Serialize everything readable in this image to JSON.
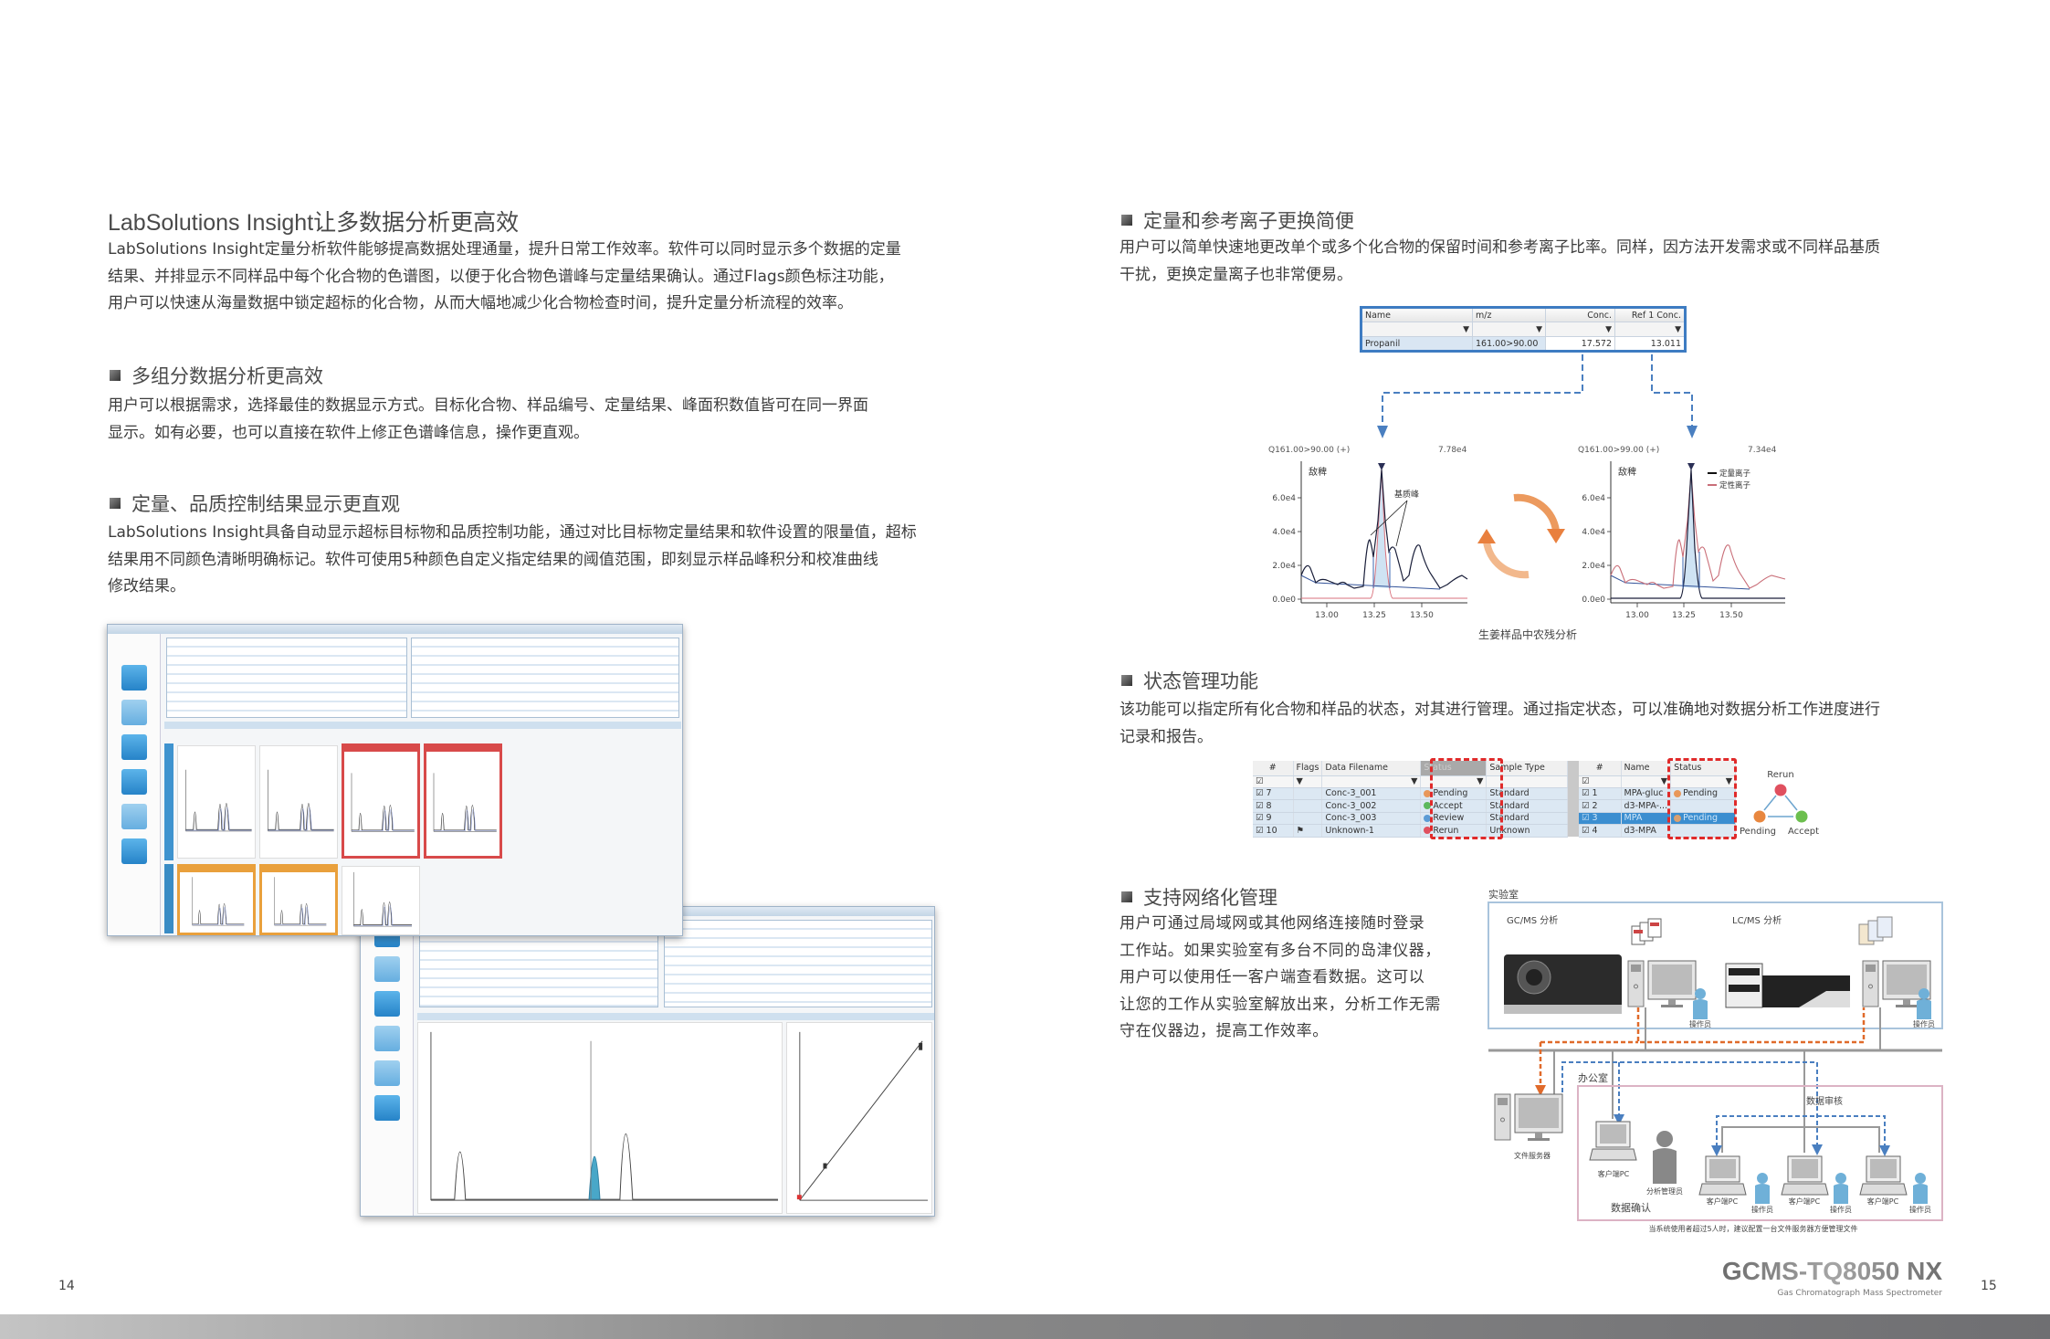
{
  "left": {
    "title": "LabSolutions Insight让多数据分析更高效",
    "intro_lines": [
      "LabSolutions Insight定量分析软件能够提高数据处理通量，提升日常工作效率。软件可以同时显示多个数据的定量",
      "结果、并排显示不同样品中每个化合物的色谱图，以便于化合物色谱峰与定量结果确认。通过Flags颜色标注功能，",
      "用户可以快速从海量数据中锁定超标的化合物，从而大幅地减少化合物检查时间，提升定量分析流程的效率。"
    ],
    "section1": {
      "heading": "多组分数据分析更高效",
      "lines": [
        "用户可以根据需求，选择最佳的数据显示方式。目标化合物、样品编号、定量结果、峰面积数值皆可在同一界面",
        "显示。如有必要，也可以直接在软件上修正色谱峰信息，操作更直观。"
      ]
    },
    "section2": {
      "heading": "定量、品质控制结果显示更直观",
      "lines": [
        "LabSolutions Insight具备自动显示超标目标物和品质控制功能，通过对比目标物定量结果和软件设置的限量值，超标",
        "结果用不同颜色清晰明确标记。软件可使用5种颜色自定义指定结果的阈值范围，即刻显示样品峰积分和校准曲线",
        "修改结果。"
      ]
    },
    "page_number": "14"
  },
  "right": {
    "section1": {
      "heading": "定量和参考离子更换简便",
      "lines": [
        "用户可以简单快速地更改单个或多个化合物的保留时间和参考离子比率。同样，因方法开发需求或不同样品基质",
        "干扰，更换定量离子也非常便易。"
      ],
      "table": {
        "headers": [
          "Name",
          "m/z",
          "Conc.",
          "Ref 1 Conc."
        ],
        "row": [
          "Propanil",
          "161.00>90.00",
          "17.572",
          "13.011"
        ]
      },
      "chromatograms": [
        {
          "channel": "Q161.00>90.00 (+)",
          "max": "7.78e4",
          "compound": "敌稗",
          "annotation": "基质峰"
        },
        {
          "channel": "Q161.00>99.00 (+)",
          "max": "7.34e4",
          "compound": "敌稗",
          "legend": [
            "定量离子",
            "定性离子"
          ]
        }
      ],
      "y_ticks": [
        "6.0e4",
        "4.0e4",
        "2.0e4",
        "0.0e0"
      ],
      "x_ticks": [
        "13.00",
        "13.25",
        "13.50"
      ],
      "caption": "生姜样品中农残分析"
    },
    "section2": {
      "heading": "状态管理功能",
      "lines": [
        "该功能可以指定所有化合物和样品的状态，对其进行管理。通过指定状态，可以准确地对数据分析工作进度进行",
        "记录和报告。"
      ],
      "sample_table": {
        "headers": [
          "#",
          "Flags",
          "Data Filename",
          "Status",
          "Sample Type"
        ],
        "rows": [
          {
            "n": "7",
            "flag": "",
            "file": "Conc-3_001",
            "status": "Pending",
            "type": "Standard"
          },
          {
            "n": "8",
            "flag": "",
            "file": "Conc-3_002",
            "status": "Accept",
            "type": "Standard"
          },
          {
            "n": "9",
            "flag": "",
            "file": "Conc-3_003",
            "status": "Review",
            "type": "Standard"
          },
          {
            "n": "10",
            "flag": "⚑",
            "file": "Unknown-1",
            "status": "Rerun",
            "type": "Unknown"
          }
        ]
      },
      "compound_table": {
        "headers": [
          "#",
          "Name",
          "Status"
        ],
        "rows": [
          {
            "n": "1",
            "name": "MPA-gluc",
            "status": "Pending"
          },
          {
            "n": "2",
            "name": "d3-MPA-...",
            "status": ""
          },
          {
            "n": "3",
            "name": "MPA",
            "status": "Pending"
          },
          {
            "n": "4",
            "name": "d3-MPA",
            "status": ""
          }
        ]
      },
      "cycle": [
        "Rerun",
        "Pending",
        "Accept"
      ],
      "status_colors": {
        "Pending": "#e8975a",
        "Accept": "#5cb85c",
        "Review": "#5b9bd5",
        "Rerun": "#e0505f"
      }
    },
    "section3": {
      "heading": "支持网络化管理",
      "lines": [
        "用户可通过局域网或其他网络连接随时登录",
        "工作站。如果实验室有多台不同的岛津仪器，",
        "用户可以使用任一客户端查看数据。这可以",
        "让您的工作从实验室解放出来，分析工作无需",
        "守在仪器边，提高工作效率。"
      ],
      "network": {
        "lab": "实验室",
        "gcms": "GC/MS 分析",
        "lcms": "LC/MS 分析",
        "operator": "操作员",
        "file_server": "文件服务器",
        "office": "办公室",
        "review": "数据审核",
        "client_pc": "客户端PC",
        "admin": "分析管理员",
        "confirm": "数据确认",
        "note": "当系统使用者超过5人时，建议配置一台文件服务器方便管理文件"
      }
    },
    "brand": {
      "model": "GCMS-TQ8050 NX",
      "subtitle": "Gas Chromatograph Mass Spectrometer"
    },
    "page_number": "15"
  }
}
